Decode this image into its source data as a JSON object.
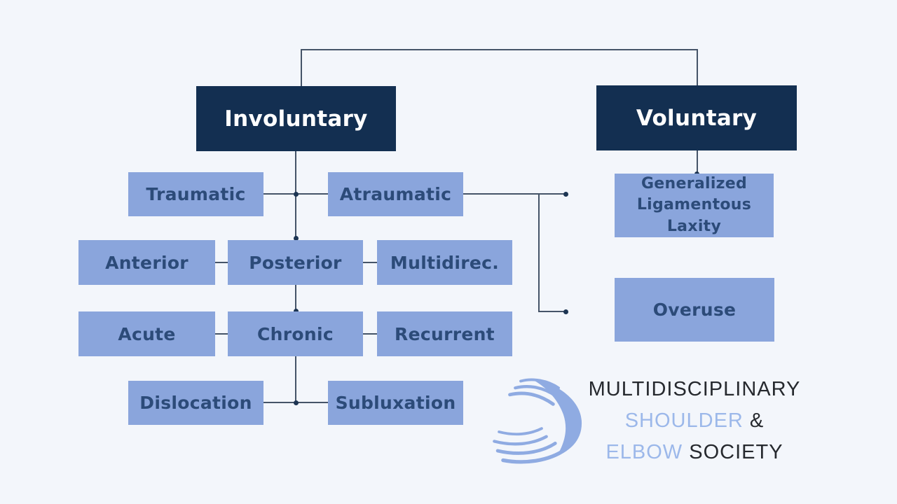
{
  "colors": {
    "background": "#f3f6fb",
    "navy_box": "#132f51",
    "navy_box_text": "#ffffff",
    "light_box": "#8aa5dc",
    "light_box_text": "#2c4b79",
    "connector": "#455468",
    "junction_dot": "#1d3553",
    "logo_swoosh": "#8fabe2",
    "logo_text_dark": "#26292e",
    "logo_text_light": "#9cb8ea"
  },
  "nodes": {
    "involuntary": {
      "label": "Involuntary"
    },
    "voluntary": {
      "label": "Voluntary"
    },
    "traumatic": {
      "label": "Traumatic"
    },
    "atraumatic": {
      "label": "Atraumatic"
    },
    "anterior": {
      "label": "Anterior"
    },
    "posterior": {
      "label": "Posterior"
    },
    "multidirec": {
      "label": "Multidirec."
    },
    "acute": {
      "label": "Acute"
    },
    "chronic": {
      "label": "Chronic"
    },
    "recurrent": {
      "label": "Recurrent"
    },
    "dislocation": {
      "label": "Dislocation"
    },
    "subluxation": {
      "label": "Subluxation"
    },
    "generalized_ligamentous_laxity": {
      "label": "Generalized Ligamentous Laxity",
      "lines": {
        "l1": "Generalized",
        "l2": "Ligamentous",
        "l3": "Laxity"
      }
    },
    "overuse": {
      "label": "Overuse"
    }
  },
  "edges": [
    {
      "from": "root",
      "to": "involuntary"
    },
    {
      "from": "root",
      "to": "voluntary"
    },
    {
      "from": "involuntary",
      "to": "traumatic"
    },
    {
      "from": "involuntary",
      "to": "atraumatic"
    },
    {
      "from": "traumatic-atraumatic",
      "to": "posterior"
    },
    {
      "from": "anterior",
      "to": "posterior"
    },
    {
      "from": "posterior",
      "to": "multidirec"
    },
    {
      "from": "posterior",
      "to": "chronic"
    },
    {
      "from": "acute",
      "to": "chronic"
    },
    {
      "from": "chronic",
      "to": "recurrent"
    },
    {
      "from": "chronic",
      "to": "dislocation"
    },
    {
      "from": "chronic",
      "to": "subluxation"
    },
    {
      "from": "atraumatic",
      "to": "generalized_ligamentous_laxity"
    },
    {
      "from": "atraumatic",
      "to": "overuse"
    },
    {
      "from": "voluntary",
      "to": "generalized_ligamentous_laxity"
    }
  ],
  "logo": {
    "line1": "MULTIDISCIPLINARY",
    "shoulder": "SHOULDER",
    "amp": " &",
    "elbow": "ELBOW",
    "society": " SOCIETY"
  }
}
